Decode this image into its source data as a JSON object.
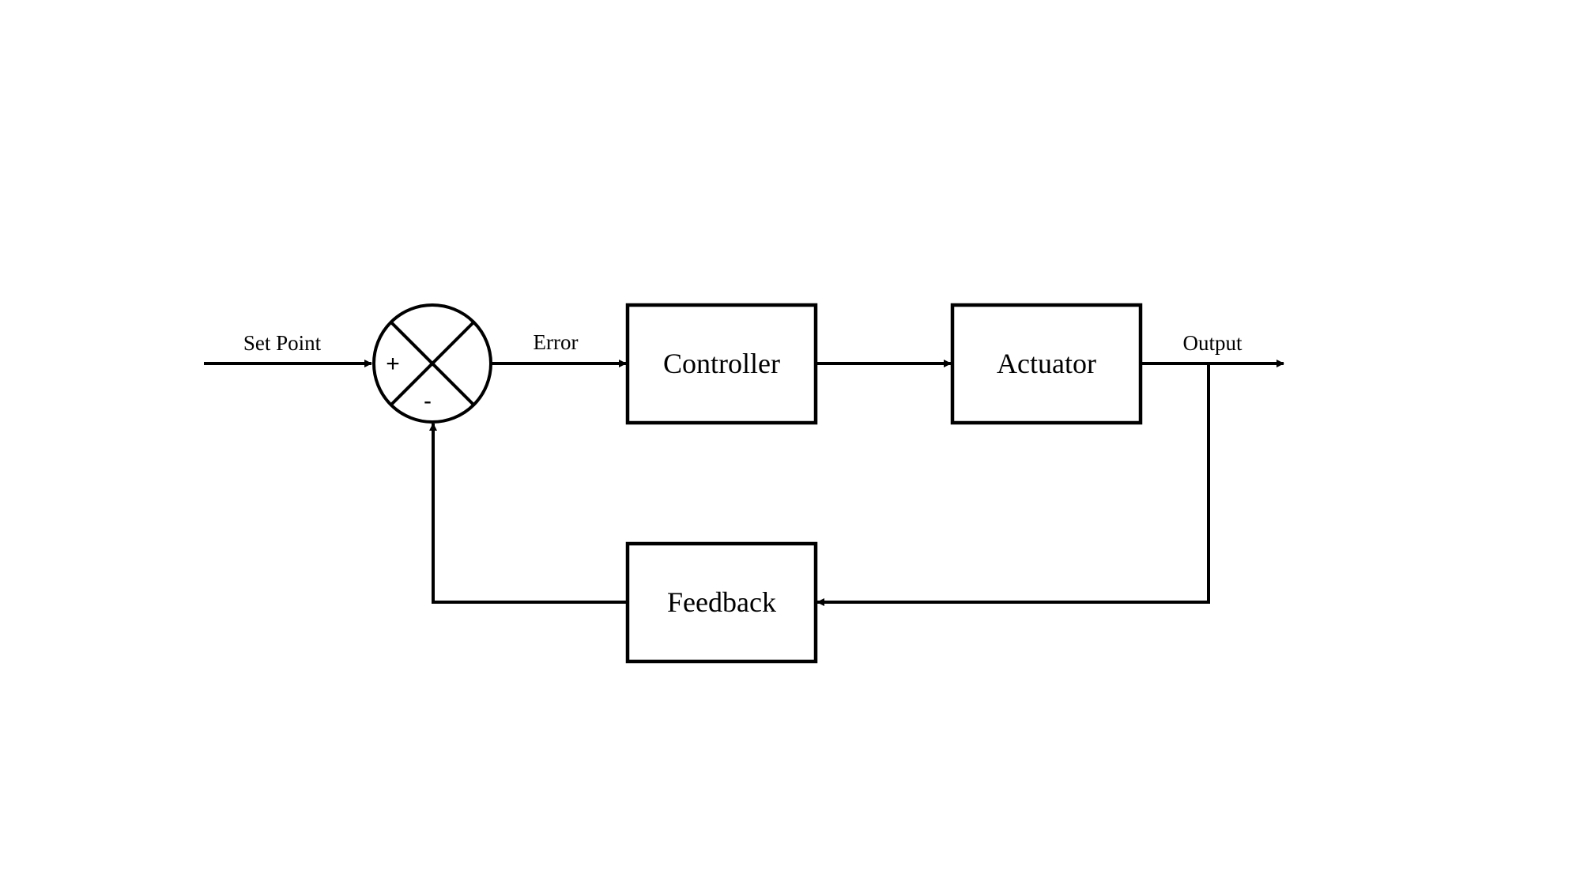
{
  "diagram": {
    "title": "Closed-loop control system",
    "summing_junction": {
      "plus_sign": "+",
      "minus_sign": "-"
    },
    "signals": {
      "set_point": "Set Point",
      "error": "Error",
      "output": "Output"
    },
    "blocks": {
      "controller": "Controller",
      "actuator": "Actuator",
      "feedback": "Feedback"
    },
    "colors": {
      "stroke": "#000000",
      "background": "#ffffff"
    }
  }
}
